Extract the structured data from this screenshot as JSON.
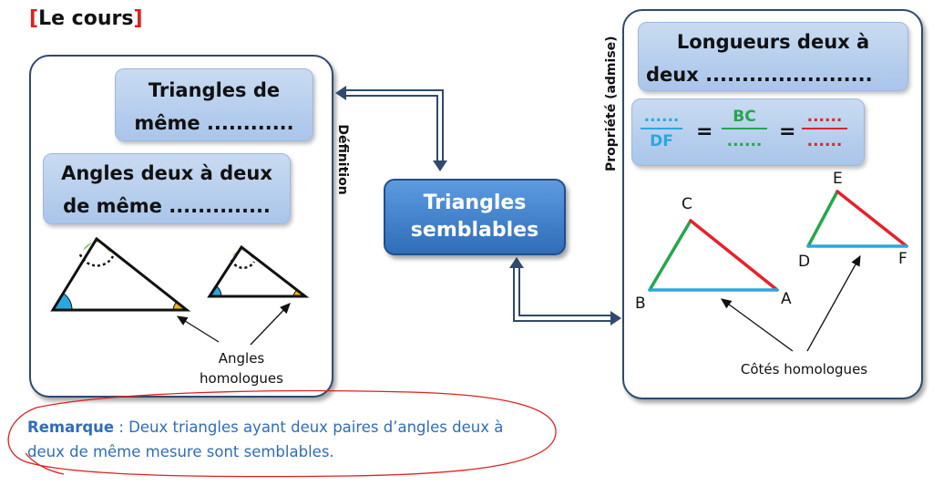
{
  "title": {
    "bracket_open": "[",
    "text": "Le cours",
    "bracket_close": "]"
  },
  "left_panel": {
    "box_same_triangles": {
      "line1": "Triangles de",
      "line2": "même ............"
    },
    "box_angles": {
      "line1": "Angles deux à deux",
      "line2": "de même .............."
    },
    "angles_label": {
      "line1": "Angles",
      "line2": "homologues"
    }
  },
  "center": {
    "box": {
      "line1": "Triangles",
      "line2": "semblables"
    },
    "definition_label": "Définition"
  },
  "right_panel": {
    "property_label": "Propriété (admise)",
    "box_lengths": {
      "line1": "Longueurs deux à",
      "line2": "deux ......................."
    },
    "fraction1": {
      "numerator": "......",
      "denominator": "DF"
    },
    "equals1": "=",
    "fraction2": {
      "numerator": "BC",
      "denominator": "......"
    },
    "equals2": "=",
    "fraction3": {
      "numerator": "......",
      "denominator": "......"
    },
    "triangle1": {
      "A": "A",
      "B": "B",
      "C": "C"
    },
    "triangle2": {
      "D": "D",
      "E": "E",
      "F": "F"
    },
    "sides_label": "Côtés homologues"
  },
  "remark": {
    "label": "Remarque",
    "text": " : Deux triangles ayant deux paires d’angles deux à deux de même mesure sont semblables."
  },
  "colors": {
    "title_bracket": "#e0201b",
    "side_green": "#22a84a",
    "side_red": "#e8202a",
    "side_blue": "#29a8e0",
    "remark_text": "#2f6db8",
    "remark_outline": "#e02020"
  }
}
